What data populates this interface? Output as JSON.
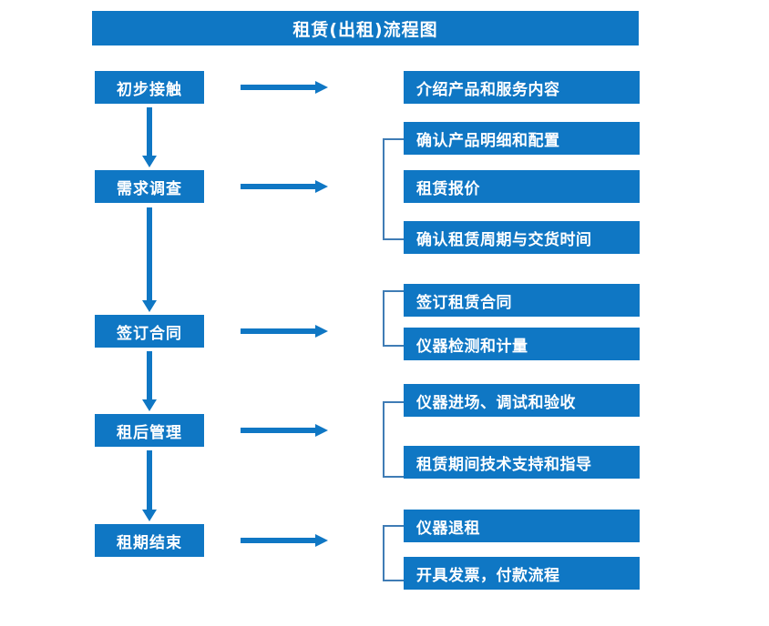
{
  "diagram": {
    "title": "租赁(出租)流程图",
    "accent_color": "#0f77c4",
    "bracket_color": "#3f7cb5",
    "text_color": "#ffffff",
    "background_color": "#ffffff"
  },
  "stages": [
    {
      "label": "初步接触"
    },
    {
      "label": "需求调查"
    },
    {
      "label": "签订合同"
    },
    {
      "label": "租后管理"
    },
    {
      "label": "租期结束"
    }
  ],
  "groups": [
    {
      "stage": "初步接触",
      "bracket": false,
      "details": [
        {
          "label": "介绍产品和服务内容"
        }
      ]
    },
    {
      "stage": "需求调查",
      "bracket": true,
      "details": [
        {
          "label": "确认产品明细和配置"
        },
        {
          "label": "租赁报价"
        },
        {
          "label": "确认租赁周期与交货时间"
        }
      ]
    },
    {
      "stage": "签订合同",
      "bracket": true,
      "details": [
        {
          "label": "签订租赁合同"
        },
        {
          "label": "仪器检测和计量"
        }
      ]
    },
    {
      "stage": "租后管理",
      "bracket": true,
      "details": [
        {
          "label": "仪器进场、调试和验收"
        },
        {
          "label": "租赁期间技术支持和指导"
        }
      ]
    },
    {
      "stage": "租期结束",
      "bracket": true,
      "details": [
        {
          "label": "仪器退租"
        },
        {
          "label": "开具发票，付款流程"
        }
      ]
    }
  ],
  "details_flat": [
    {
      "label": "介绍产品和服务内容"
    },
    {
      "label": "确认产品明细和配置"
    },
    {
      "label": "租赁报价"
    },
    {
      "label": "确认租赁周期与交货时间"
    },
    {
      "label": "签订租赁合同"
    },
    {
      "label": "仪器检测和计量"
    },
    {
      "label": "仪器进场、调试和验收"
    },
    {
      "label": "租赁期间技术支持和指导"
    },
    {
      "label": "仪器退租"
    },
    {
      "label": "开具发票，付款流程"
    }
  ]
}
